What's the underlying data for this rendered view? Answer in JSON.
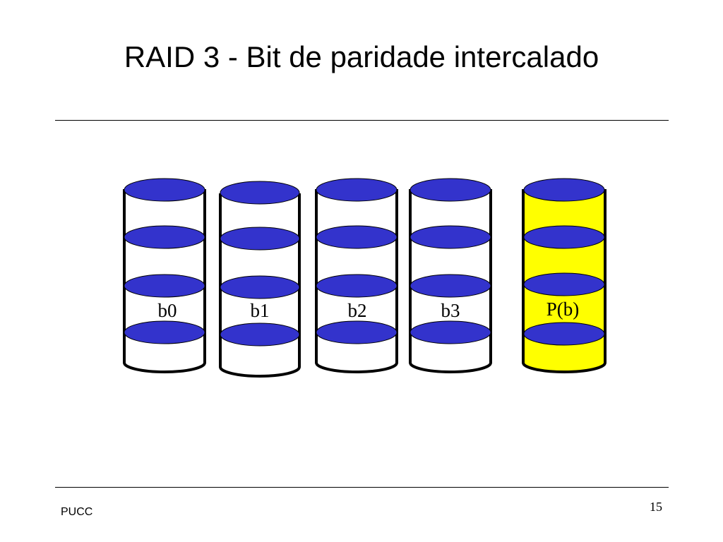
{
  "slide": {
    "title": "RAID 3 - Bit de paridade intercalado",
    "footer_left": "PUCC",
    "page_number": "15"
  },
  "diagram": {
    "disks": [
      {
        "label": "b0",
        "fill": "#ffffff",
        "is_parity": false
      },
      {
        "label": "b1",
        "fill": "#ffffff",
        "is_parity": false
      },
      {
        "label": "b2",
        "fill": "#ffffff",
        "is_parity": false
      },
      {
        "label": "b3",
        "fill": "#ffffff",
        "is_parity": false
      },
      {
        "label": "P(b)",
        "fill": "#ffff00",
        "is_parity": true
      }
    ],
    "platter_color": "#3333cc",
    "outline_color": "#000000"
  }
}
